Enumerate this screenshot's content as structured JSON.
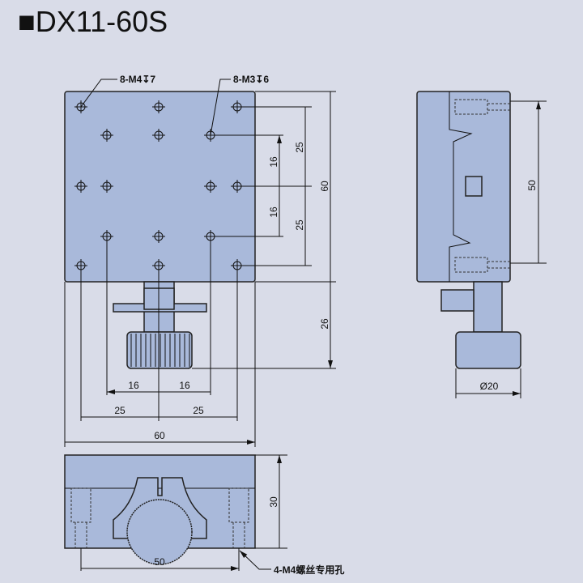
{
  "title": "■DX11-60S",
  "callouts": {
    "m4_holes": "8-M4↧7",
    "m3_holes": "8-M3↧6",
    "mount_holes": "4-M4螺丝专用孔"
  },
  "dimensions": {
    "top_right": [
      "25",
      "16",
      "16",
      "25",
      "60",
      "26"
    ],
    "top_bottom": [
      "16",
      "16",
      "25",
      "25",
      "60"
    ],
    "side": [
      "50",
      "Ø20"
    ],
    "front": [
      "30",
      "50"
    ]
  },
  "colors": {
    "background": "#d9dce8",
    "part": "#a9b9da"
  }
}
